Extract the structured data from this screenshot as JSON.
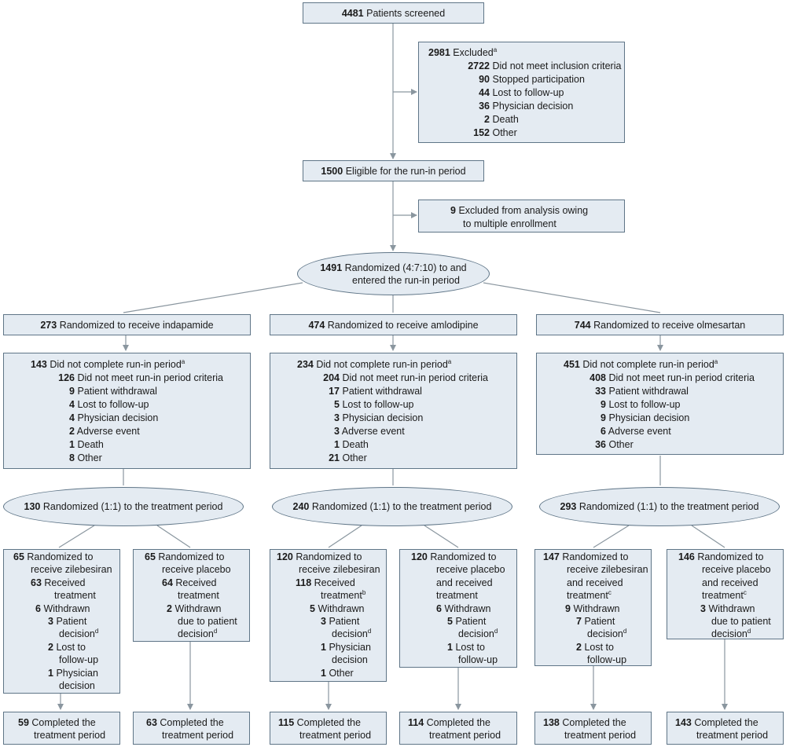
{
  "screened": {
    "n": "4481",
    "text": "Patients screened"
  },
  "excluded": {
    "n": "2981",
    "text": "Excluded",
    "sup": "a",
    "items": [
      {
        "n": "2722",
        "text": "Did not meet inclusion criteria"
      },
      {
        "n": "90",
        "text": "Stopped participation"
      },
      {
        "n": "44",
        "text": "Lost to follow-up"
      },
      {
        "n": "36",
        "text": "Physician decision"
      },
      {
        "n": "2",
        "text": "Death"
      },
      {
        "n": "152",
        "text": "Other"
      }
    ]
  },
  "eligible": {
    "n": "1500",
    "text": "Eligible for the run-in period"
  },
  "excluded_analysis": {
    "n": "9",
    "line1": "Excluded from analysis owing",
    "line2": "to multiple enrollment"
  },
  "randomized": {
    "n": "1491",
    "line1": "Randomized (4:7:10) to and",
    "line2": "entered the run-in period"
  },
  "arms": [
    {
      "n": "273",
      "text": "Randomized to receive indapamide",
      "runin": {
        "n": "143",
        "text": "Did not complete run-in period",
        "sup": "a",
        "items": [
          {
            "n": "126",
            "text": "Did not meet run-in period criteria"
          },
          {
            "n": "9",
            "text": "Patient withdrawal"
          },
          {
            "n": "4",
            "text": "Lost to follow-up"
          },
          {
            "n": "4",
            "text": "Physician decision"
          },
          {
            "n": "2",
            "text": "Adverse event"
          },
          {
            "n": "1",
            "text": "Death"
          },
          {
            "n": "8",
            "text": "Other"
          }
        ]
      },
      "treat": {
        "n": "130",
        "text": "Randomized (1:1) to the treatment period"
      }
    },
    {
      "n": "474",
      "text": "Randomized to receive amlodipine",
      "runin": {
        "n": "234",
        "text": "Did not complete run-in period",
        "sup": "a",
        "items": [
          {
            "n": "204",
            "text": "Did not meet run-in period criteria"
          },
          {
            "n": "17",
            "text": "Patient withdrawal"
          },
          {
            "n": "5",
            "text": "Lost to follow-up"
          },
          {
            "n": "3",
            "text": "Physician decision"
          },
          {
            "n": "3",
            "text": "Adverse event"
          },
          {
            "n": "1",
            "text": "Death"
          },
          {
            "n": "21",
            "text": "Other"
          }
        ]
      },
      "treat": {
        "n": "240",
        "text": "Randomized (1:1) to the treatment period"
      }
    },
    {
      "n": "744",
      "text": "Randomized to receive olmesartan",
      "runin": {
        "n": "451",
        "text": "Did not complete run-in period",
        "sup": "a",
        "items": [
          {
            "n": "408",
            "text": "Did not meet run-in period criteria"
          },
          {
            "n": "33",
            "text": "Patient withdrawal"
          },
          {
            "n": "9",
            "text": "Lost to follow-up"
          },
          {
            "n": "9",
            "text": "Physician decision"
          },
          {
            "n": "6",
            "text": "Adverse event"
          },
          {
            "n": "36",
            "text": "Other"
          }
        ]
      },
      "treat": {
        "n": "293",
        "text": "Randomized (1:1) to the treatment period"
      }
    }
  ],
  "sub": [
    {
      "n": "65",
      "l1": "Randomized to",
      "l2": "receive zilebesiran",
      "r_n": "63",
      "r1": "Received",
      "r2": "treatment",
      "r_sup": "",
      "w_n": "6",
      "w": "Withdrawn",
      "d": [
        {
          "n": "3",
          "l1": "Patient",
          "l2": "decision",
          "sup": "d"
        },
        {
          "n": "2",
          "l1": "Lost to",
          "l2": "follow-up",
          "sup": ""
        },
        {
          "n": "1",
          "l1": "Physician",
          "l2": "decision",
          "sup": ""
        }
      ],
      "c_n": "59",
      "c1": "Completed the",
      "c2": "treatment period"
    },
    {
      "n": "65",
      "l1": "Randomized to",
      "l2": "receive placebo",
      "r_n": "64",
      "r1": "Received",
      "r2": "treatment",
      "w_n": "2",
      "w1": "Withdrawn",
      "w2": "due to patient",
      "w3": "decision",
      "w_sup": "d",
      "c_n": "63",
      "c1": "Completed the",
      "c2": "treatment period"
    },
    {
      "n": "120",
      "l1": "Randomized to",
      "l2": "receive zilebesiran",
      "r_n": "118",
      "r1": "Received",
      "r2": "treatment",
      "r_sup": "b",
      "w_n": "5",
      "w": "Withdrawn",
      "d": [
        {
          "n": "3",
          "l1": "Patient",
          "l2": "decision",
          "sup": "d"
        },
        {
          "n": "1",
          "l1": "Physician",
          "l2": "decision",
          "sup": ""
        }
      ],
      "o_n": "1",
      "o": "Other",
      "c_n": "115",
      "c1": "Completed the",
      "c2": "treatment period"
    },
    {
      "n": "120",
      "l1": "Randomized to",
      "l2": "receive placebo",
      "l3": "and received",
      "l4": "treatment",
      "w_n": "6",
      "w": "Withdrawn",
      "d": [
        {
          "n": "5",
          "l1": "Patient",
          "l2": "decision",
          "sup": "d"
        },
        {
          "n": "1",
          "l1": "Lost to",
          "l2": "follow-up",
          "sup": ""
        }
      ],
      "c_n": "114",
      "c1": "Completed the",
      "c2": "treatment period"
    },
    {
      "n": "147",
      "l1": "Randomized to",
      "l2": "receive zilebesiran",
      "l3": "and received",
      "l4": "treatment",
      "l_sup": "c",
      "w_n": "9",
      "w": "Withdrawn",
      "d": [
        {
          "n": "7",
          "l1": "Patient",
          "l2": "decision",
          "sup": "d"
        },
        {
          "n": "2",
          "l1": "Lost to",
          "l2": "follow-up",
          "sup": ""
        }
      ],
      "c_n": "138",
      "c1": "Completed the",
      "c2": "treatment period"
    },
    {
      "n": "146",
      "l1": "Randomized to",
      "l2": "receive placebo",
      "l3": "and received",
      "l4": "treatment",
      "l_sup": "c",
      "w_n": "3",
      "w1": "Withdrawn",
      "w2": "due to patient",
      "w3": "decision",
      "w_sup": "d",
      "c_n": "143",
      "c1": "Completed the",
      "c2": "treatment period"
    }
  ],
  "colors": {
    "box_fill": "#e4ebf2",
    "box_border": "#5f7587",
    "line": "#8a969f"
  }
}
